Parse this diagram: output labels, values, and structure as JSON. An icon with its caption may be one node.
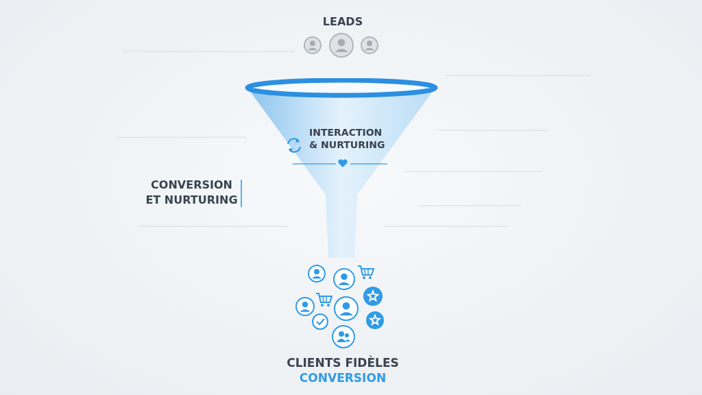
{
  "diagram": {
    "nodes": [
      {
        "text": [
          "INTERACTION & NURTURING"
        ]
      }
    ],
    "edges": [],
    "labels": [
      "LEADS",
      "CONVERSION ET NURTURING",
      "CLIENTS FIDÈLES",
      "CONVERSION"
    ]
  }
}
